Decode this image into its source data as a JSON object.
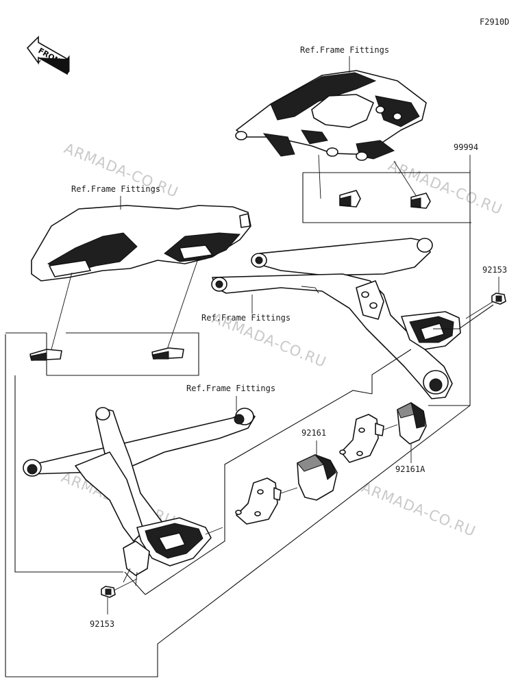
{
  "figure_code": "F2910D",
  "front_label": "FRONT",
  "watermark": "ARMADA-CO.RU",
  "labels": {
    "ref_top": "Ref.Frame Fittings",
    "ref_left": "Ref.Frame Fittings",
    "ref_middle": "Ref.Frame Fittings",
    "ref_lower": "Ref.Frame Fittings",
    "part_99994": "99994",
    "part_92153_right": "92153",
    "part_92153_left": "92153",
    "part_92161": "92161",
    "part_92161A": "92161A"
  },
  "icons": {
    "front_arrow": "front-arrow-icon"
  }
}
